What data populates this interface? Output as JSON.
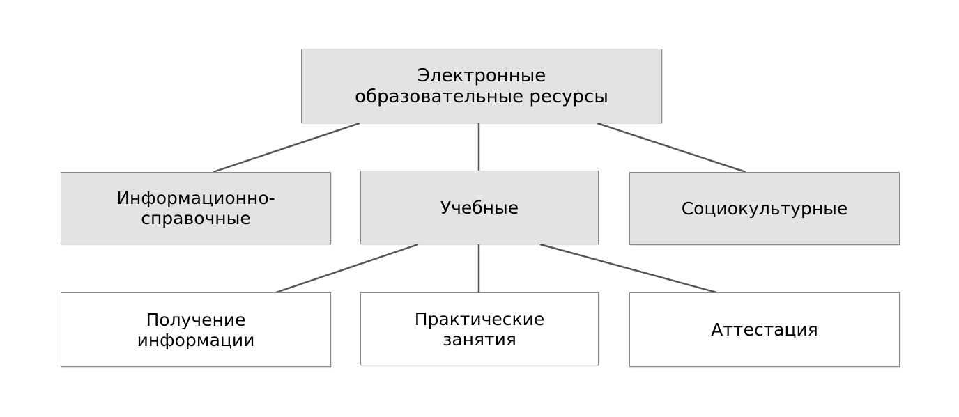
{
  "diagram": {
    "root": {
      "lines": [
        "Электронные",
        "образовательные ресурсы"
      ],
      "fill": "#e3e3e3"
    },
    "level1": [
      {
        "lines": [
          "Информационно-",
          "справочные"
        ],
        "fill": "#e3e3e3"
      },
      {
        "lines": [
          "Учебные"
        ],
        "fill": "#e3e3e3"
      },
      {
        "lines": [
          "Социокультурные"
        ],
        "fill": "#e3e3e3"
      }
    ],
    "level2": [
      {
        "lines": [
          "Получение",
          "информации"
        ],
        "fill": "#ffffff"
      },
      {
        "lines": [
          "Практические",
          "занятия"
        ],
        "fill": "#ffffff"
      },
      {
        "lines": [
          "Аттестация"
        ],
        "fill": "#ffffff"
      }
    ],
    "colors": {
      "border": "#8a8a8a",
      "connector": "#555555"
    }
  }
}
